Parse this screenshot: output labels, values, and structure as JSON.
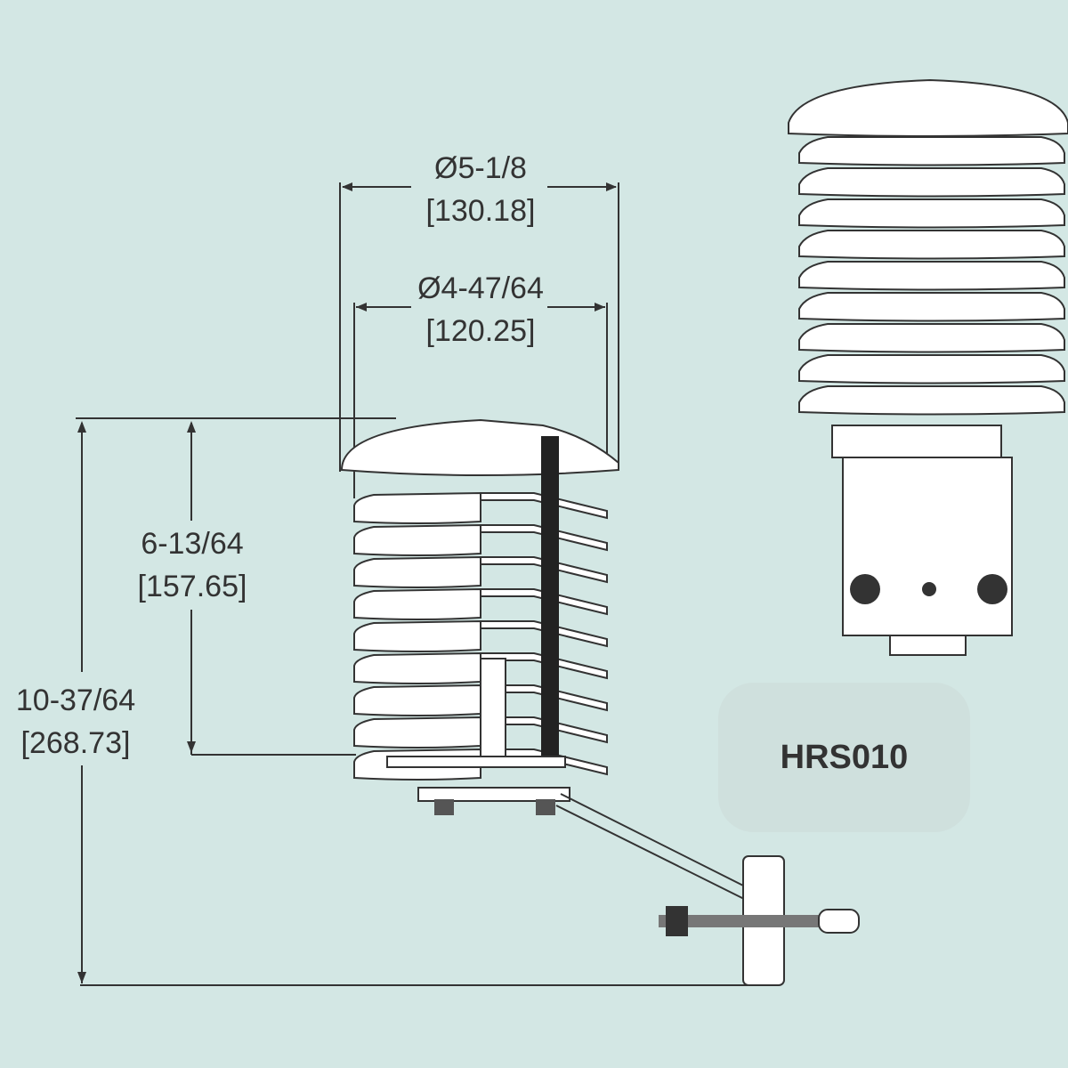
{
  "dimensions": {
    "outer_diameter": {
      "imperial": "Ø5-1/8",
      "metric": "[130.18]"
    },
    "inner_diameter": {
      "imperial": "Ø4-47/64",
      "metric": "[120.25]"
    },
    "shield_height": {
      "imperial": "6-13/64",
      "metric": "[157.65]"
    },
    "total_height": {
      "imperial": "10-37/64",
      "metric": "[268.73]"
    }
  },
  "model_label": "HRS010",
  "colors": {
    "background": "#d3e7e4",
    "line": "#333333",
    "plate": "#ffffff"
  }
}
